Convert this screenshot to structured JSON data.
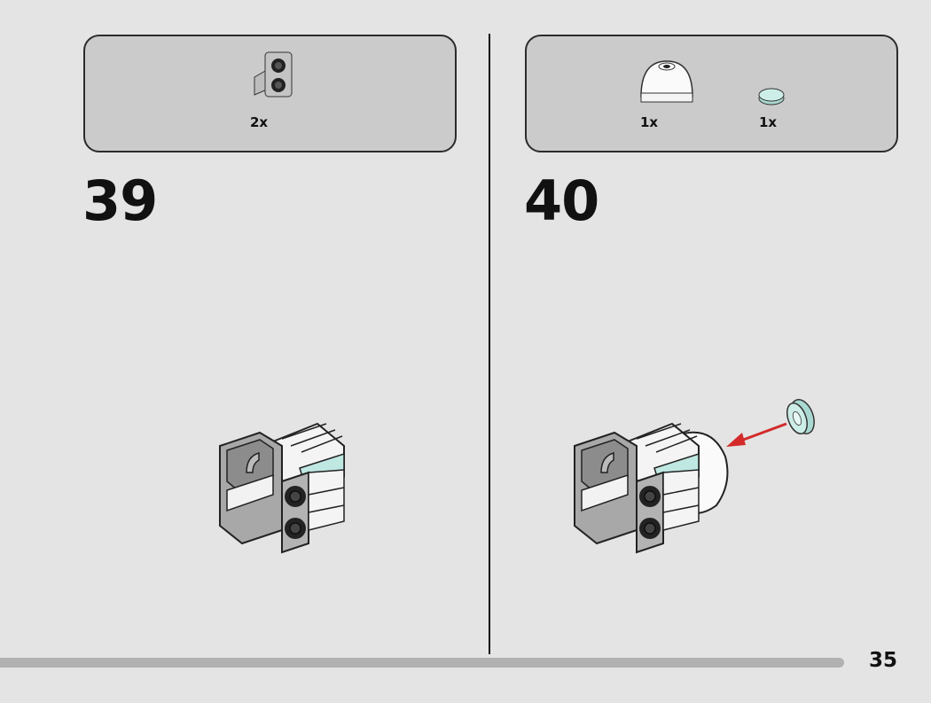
{
  "steps": [
    {
      "number": "39",
      "parts": [
        {
          "name": "bracket-1x2-2x2-light-gray",
          "qty": "2x"
        }
      ]
    },
    {
      "number": "40",
      "parts": [
        {
          "name": "dome-2x2-white",
          "qty": "1x"
        },
        {
          "name": "round-tile-1x1-trans-light-blue",
          "qty": "1x"
        }
      ]
    }
  ],
  "page_number": "35",
  "colors": {
    "arrow": "#d42a2a",
    "trans_blue": "#bfe8e2",
    "gray": "#a5a5a5"
  }
}
